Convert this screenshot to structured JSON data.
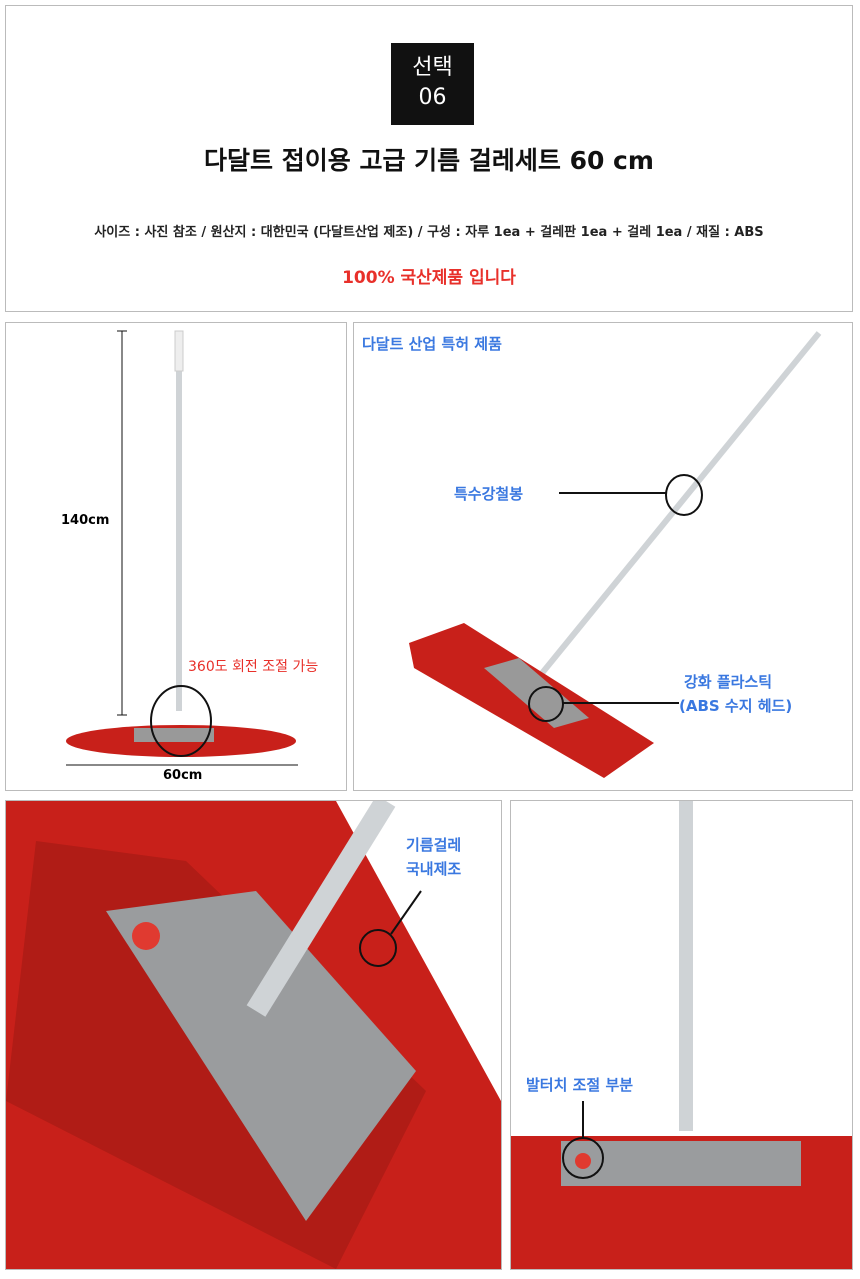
{
  "header": {
    "badge_label": "선택",
    "badge_number": "06",
    "title": "다달트 접이용 고급 기름 걸레세트 60 cm",
    "specs": "사이즈 : 사진 참조 / 원산지 : 대한민국 (다달트산업 제조) / 구성 : 자루 1ea + 걸레판 1ea + 걸레 1ea / 재질 : ABS",
    "made_in": "100% 국산제품 입니다"
  },
  "panel1": {
    "height_label": "140cm",
    "width_label": "60cm",
    "rotation_label": "360도 회전 조절 가능"
  },
  "panel2": {
    "patent_label": "다달트 산업 특허 제품",
    "rod_label": "특수강철봉",
    "head_label_1": "강화 플라스틱",
    "head_label_2": "(ABS 수지 헤드)"
  },
  "panel3": {
    "label_1": "기름걸레",
    "label_2": "국내제조"
  },
  "panel4": {
    "label": "발터치 조절 부분"
  },
  "colors": {
    "accent_red": "#e8302a",
    "label_blue": "#3a78e0",
    "mop_red": "#c8201a"
  }
}
